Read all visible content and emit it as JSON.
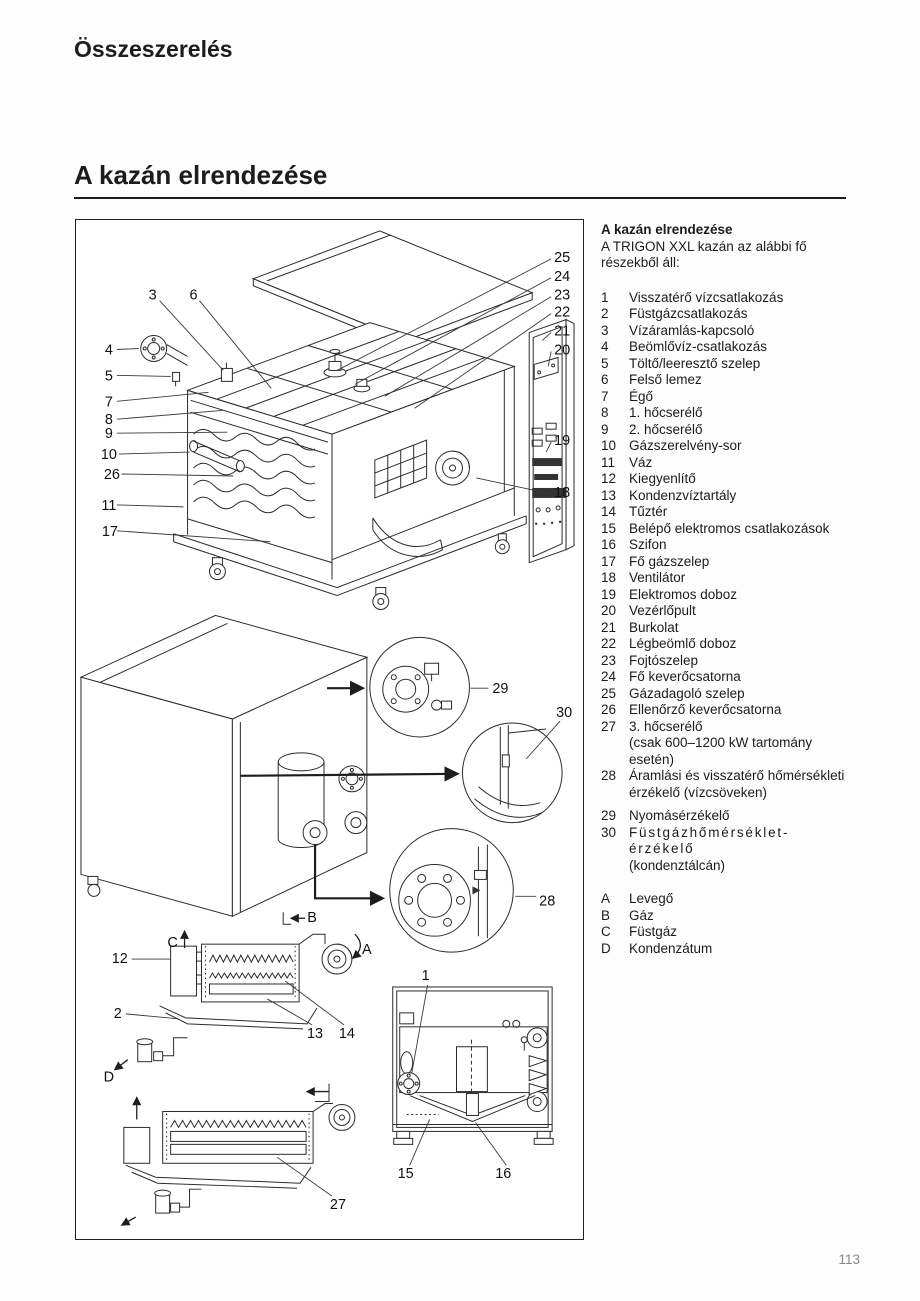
{
  "page": {
    "header_title": "Összeszerelés",
    "section_title": "A kazán elrendezése",
    "page_number": "113"
  },
  "legend": {
    "title": "A kazán elrendezése",
    "intro": "A TRIGON XXL kazán az alábbi fő részekből áll:",
    "items": [
      {
        "num": "1",
        "label": "Visszatérő vízcsatlakozás",
        "sub": ""
      },
      {
        "num": "2",
        "label": "Füstgázcsatlakozás",
        "sub": ""
      },
      {
        "num": "3",
        "label": "Vízáramlás-kapcsoló",
        "sub": ""
      },
      {
        "num": "4",
        "label": "Beömlővíz-csatlakozás",
        "sub": ""
      },
      {
        "num": "5",
        "label": "Töltő/leeresztő szelep",
        "sub": ""
      },
      {
        "num": "6",
        "label": "Felső lemez",
        "sub": ""
      },
      {
        "num": "7",
        "label": "Égő",
        "sub": ""
      },
      {
        "num": "8",
        "label": "1. hőcserélő",
        "sub": ""
      },
      {
        "num": "9",
        "label": "2. hőcserélő",
        "sub": ""
      },
      {
        "num": "10",
        "label": "Gázszerelvény-sor",
        "sub": ""
      },
      {
        "num": "11",
        "label": "Váz",
        "sub": ""
      },
      {
        "num": "12",
        "label": "Kiegyenlítő",
        "sub": ""
      },
      {
        "num": "13",
        "label": "Kondenzvíztartály",
        "sub": ""
      },
      {
        "num": "14",
        "label": "Tűztér",
        "sub": ""
      },
      {
        "num": "15",
        "label": "Belépő elektromos csatlakozások",
        "sub": ""
      },
      {
        "num": "16",
        "label": "Szifon",
        "sub": ""
      },
      {
        "num": "17",
        "label": "Fő gázszelep",
        "sub": ""
      },
      {
        "num": "18",
        "label": "Ventilátor",
        "sub": ""
      },
      {
        "num": "19",
        "label": "Elektromos doboz",
        "sub": ""
      },
      {
        "num": "20",
        "label": "Vezérlőpult",
        "sub": ""
      },
      {
        "num": "21",
        "label": "Burkolat",
        "sub": ""
      },
      {
        "num": "22",
        "label": "Légbeömlő doboz",
        "sub": ""
      },
      {
        "num": "23",
        "label": "Fojtószelep",
        "sub": ""
      },
      {
        "num": "24",
        "label": "Fő keverőcsatorna",
        "sub": ""
      },
      {
        "num": "25",
        "label": "Gázadagoló szelep",
        "sub": ""
      },
      {
        "num": "26",
        "label": "Ellenőrző keverőcsatorna",
        "sub": ""
      },
      {
        "num": "27",
        "label": "3. hőcserélő",
        "sub": "(csak 600–1200 kW tartomány esetén)"
      },
      {
        "num": "28",
        "label": "Áramlási és visszatérő hőmérsékleti érzékelő (vízcsöveken)",
        "sub": ""
      }
    ],
    "sensor_items": [
      {
        "num": "29",
        "label": "Nyomásérzékelő",
        "sub": ""
      },
      {
        "num": "30",
        "label": "Füstgázhőmérséklet-érzékelő",
        "sub": "(kondenztálcán)"
      }
    ],
    "letter_items": [
      {
        "num": "A",
        "label": "Levegő",
        "sub": ""
      },
      {
        "num": "B",
        "label": "Gáz",
        "sub": ""
      },
      {
        "num": "C",
        "label": "Füstgáz",
        "sub": ""
      },
      {
        "num": "D",
        "label": "Kondenzátum",
        "sub": ""
      }
    ]
  },
  "figure": {
    "callouts": {
      "n1": "1",
      "n2": "2",
      "n3": "3",
      "n4": "4",
      "n5": "5",
      "n6": "6",
      "n7": "7",
      "n8": "8",
      "n9": "9",
      "n10": "10",
      "n11": "11",
      "n12": "12",
      "n13": "13",
      "n14": "14",
      "n15": "15",
      "n16": "16",
      "n17": "17",
      "n18": "18",
      "n19": "19",
      "n20": "20",
      "n21": "21",
      "n22": "22",
      "n23": "23",
      "n24": "24",
      "n25": "25",
      "n26": "26",
      "n27": "27",
      "n28": "28",
      "n29": "29",
      "n30": "30",
      "a": "A",
      "b": "B",
      "c": "C",
      "d": "D"
    }
  }
}
